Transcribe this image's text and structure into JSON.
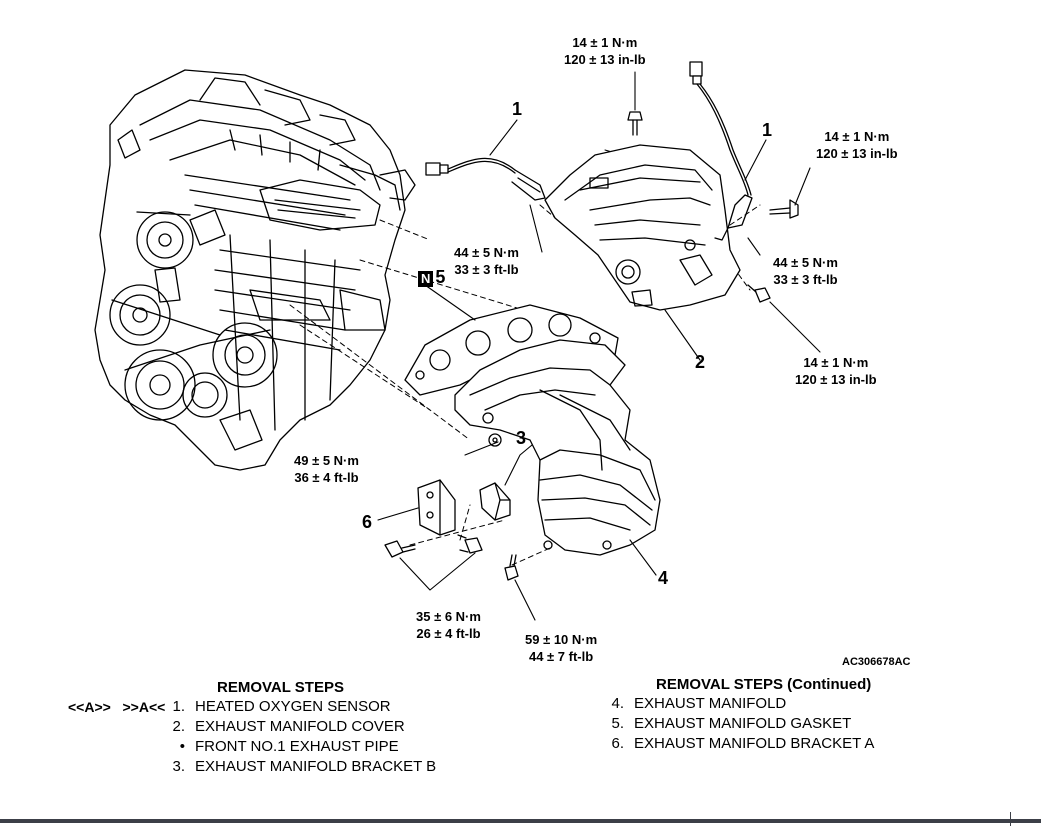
{
  "figure_id": "AC306678AC",
  "callouts": {
    "c1_left": "1",
    "c1_right": "1",
    "c2": "2",
    "c3": "3",
    "c4": "4",
    "c5_badge": "N",
    "c5": "5",
    "c6": "6"
  },
  "torques": {
    "top_cover_bolt": [
      "14 ± 1 N·m",
      "120 ± 13 in-lb"
    ],
    "right_cover_bolt": [
      "14 ± 1 N·m",
      "120 ± 13 in-lb"
    ],
    "left_o2_sensor": [
      "44 ± 5 N·m",
      "33 ± 3 ft-lb"
    ],
    "right_o2_sensor": [
      "44 ± 5 N·m",
      "33 ± 3 ft-lb"
    ],
    "lower_cover_bolt": [
      "14 ± 1 N·m",
      "120 ± 13 in-lb"
    ],
    "manifold_nut": [
      "49 ± 5 N·m",
      "36 ± 4 ft-lb"
    ],
    "bracket_bolts": [
      "35 ± 6 N·m",
      "26 ± 4 ft-lb"
    ],
    "bracket_b_bolt": [
      "59 ± 10 N·m",
      "44 ± 7 ft-lb"
    ]
  },
  "removal_steps": {
    "title": "REMOVAL STEPS",
    "service_tag_a": "<<A>>",
    "service_tag_b": ">>A<<",
    "items": [
      {
        "num": "1.",
        "text": "HEATED OXYGEN SENSOR"
      },
      {
        "num": "2.",
        "text": "EXHAUST MANIFOLD COVER"
      },
      {
        "num": "•",
        "text": "FRONT NO.1 EXHAUST PIPE"
      },
      {
        "num": "3.",
        "text": "EXHAUST MANIFOLD BRACKET B"
      }
    ]
  },
  "removal_steps_continued": {
    "title": "REMOVAL STEPS (Continued)",
    "items": [
      {
        "num": "4.",
        "text": "EXHAUST MANIFOLD"
      },
      {
        "num": "5.",
        "text": "EXHAUST MANIFOLD GASKET"
      },
      {
        "num": "6.",
        "text": "EXHAUST MANIFOLD BRACKET A"
      }
    ]
  }
}
